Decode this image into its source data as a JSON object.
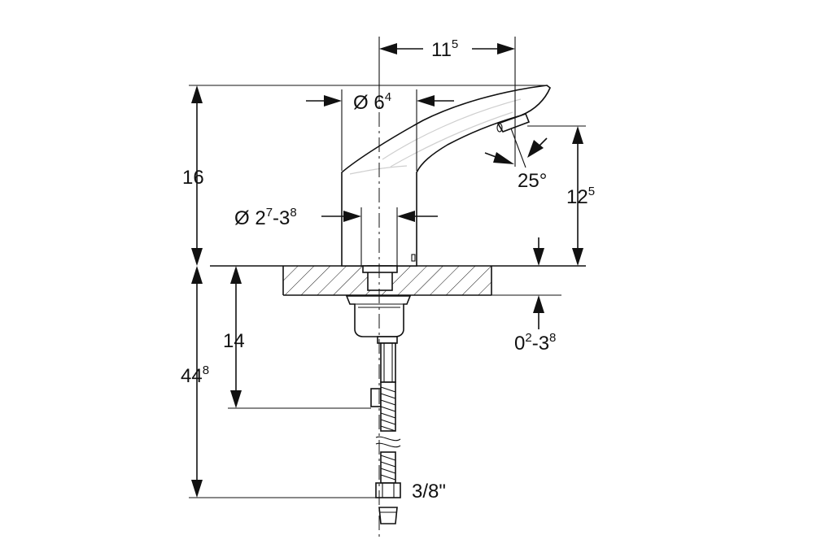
{
  "dimensions": {
    "spout_reach": {
      "main": "11",
      "sup": "5"
    },
    "spout_diameter": {
      "main": "Ø 6",
      "sup": "4"
    },
    "height": {
      "main": "16"
    },
    "base_diameter": {
      "main": "Ø 2",
      "sup1": "7",
      "mid": "-3",
      "sup2": "8"
    },
    "spray_angle": {
      "main": "25°"
    },
    "outlet_height": {
      "main": "12",
      "sup": "5"
    },
    "below_counter": {
      "main": "14"
    },
    "total_below": {
      "main": "44",
      "sup": "8"
    },
    "counter_thickness": {
      "main": "0",
      "sup1": "2",
      "mid": "-3",
      "sup2": "8"
    },
    "connection": {
      "main": "3/8\""
    }
  }
}
